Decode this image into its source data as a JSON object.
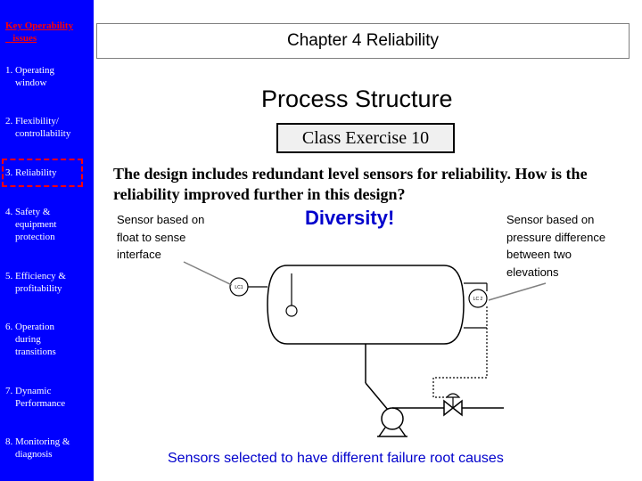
{
  "sidebar": {
    "title": "Key Operability\n   issues",
    "items": [
      {
        "label": "1. Operating\n    window"
      },
      {
        "label": "2. Flexibility/\n    controllability"
      },
      {
        "label": "3. Reliability"
      },
      {
        "label": "4. Safety &\n    equipment\n    protection"
      },
      {
        "label": "5. Efficiency &\n    profitability"
      },
      {
        "label": "6. Operation\n    during\n    transitions"
      },
      {
        "label": "7. Dynamic\n    Performance"
      },
      {
        "label": "8. Monitoring &\n    diagnosis"
      }
    ],
    "highlighted_item": "3. Reliability"
  },
  "header": {
    "chapter": "Chapter 4 Reliability",
    "title": "Process Structure",
    "exercise": "Class Exercise 10"
  },
  "main": {
    "question": "The design includes redundant level sensors for reliability.  How is the reliability improved further in this design?",
    "answer": "Diversity!",
    "left_sensor_note": "Sensor based on\nfloat to sense\ninterface",
    "right_sensor_note": "Sensor based on\npressure difference\nbetween two\nelevations",
    "footer": "Sensors selected to have different failure root causes"
  },
  "diagram": {
    "left_sensor_tag": "LC1",
    "right_sensor_tag": "LC 2"
  },
  "colors": {
    "sidebar_bg": "#0000ff",
    "sidebar_title": "#ff0000",
    "highlight": "#ff0000",
    "accent_text": "#0000cc",
    "signal_line": "#000000",
    "sensor_line": "#808080"
  }
}
